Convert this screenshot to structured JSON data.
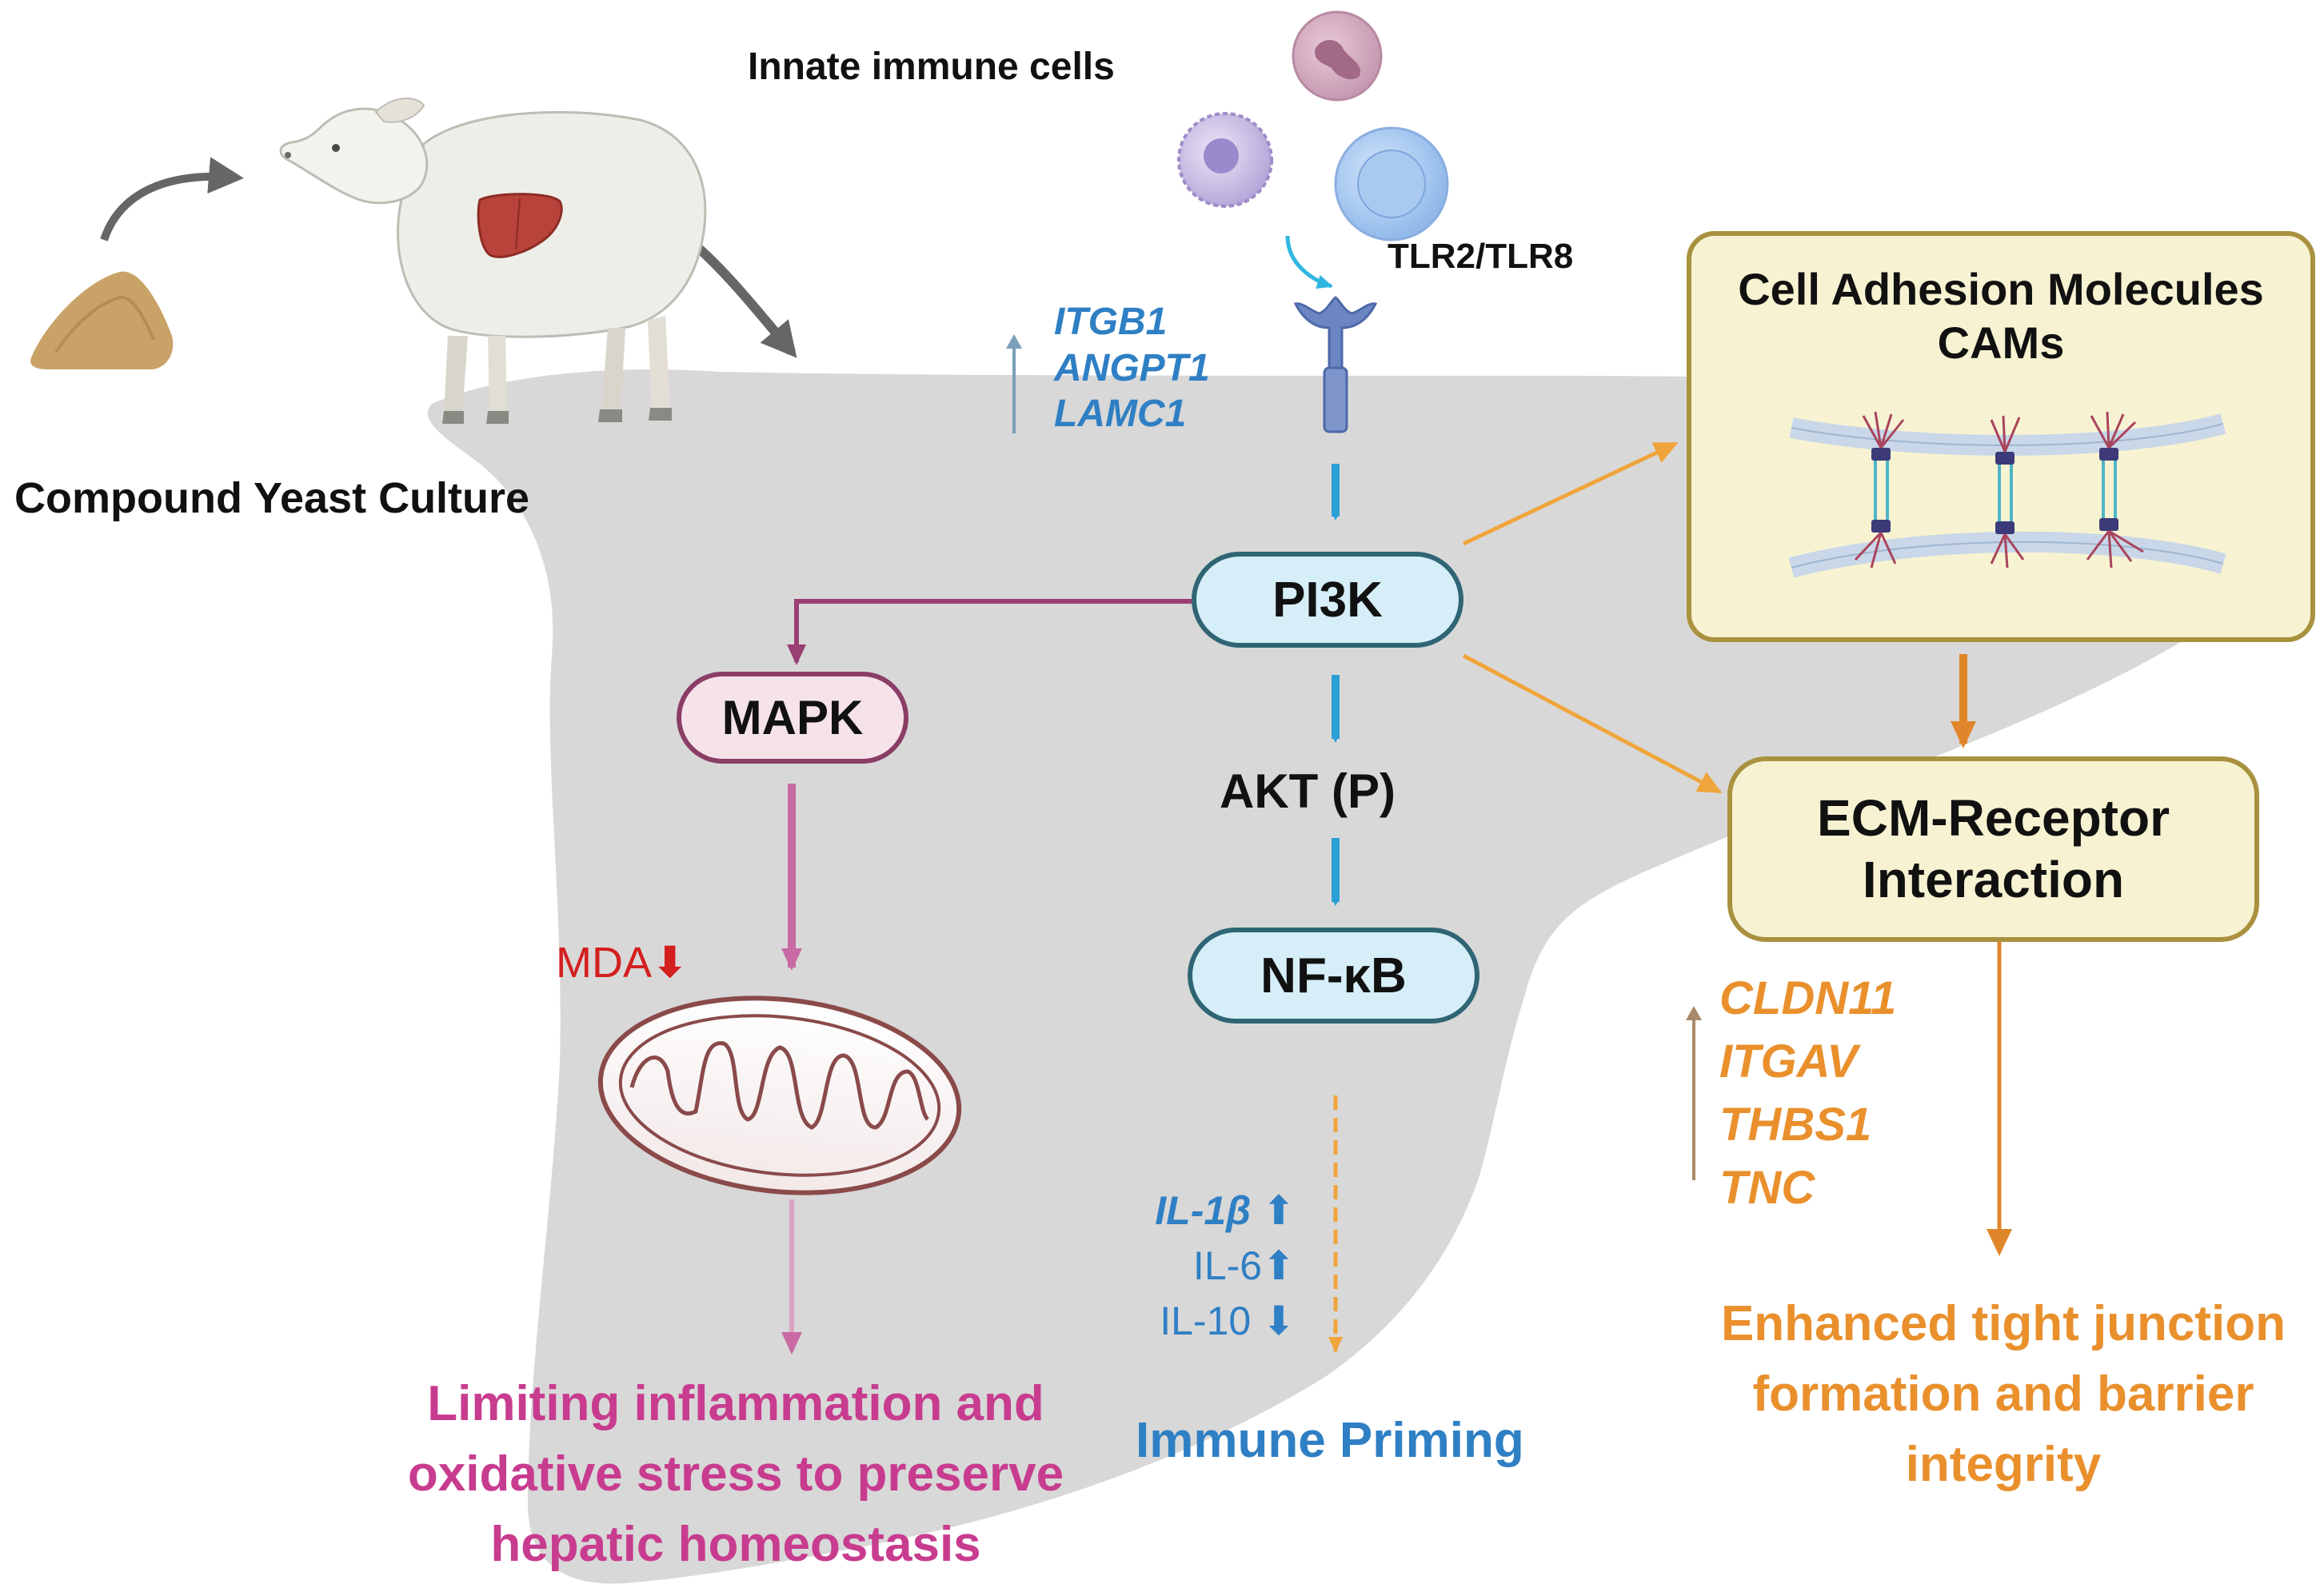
{
  "labels": {
    "feed": "Compound Yeast Culture",
    "immune_cells": "Innate immune cells",
    "receptor": "TLR2/TLR8",
    "cams_line1": "Cell Adhesion Molecules",
    "cams_line2": "CAMs",
    "ecm_line1": "ECM-Receptor",
    "ecm_line2": "Interaction",
    "pi3k": "PI3K",
    "mapk": "MAPK",
    "akt": "AKT (P)",
    "nfkb": "NF-κB",
    "mda": "MDA",
    "outcome_left": [
      "Limiting inflammation and",
      "oxidative stress to preserve",
      "hepatic homeostasis"
    ],
    "outcome_mid": "Immune Priming",
    "outcome_right": [
      "Enhanced tight junction",
      "formation and barrier",
      "integrity"
    ]
  },
  "genes_up_blue": [
    "ITGB1",
    "ANGPT1",
    "LAMC1"
  ],
  "genes_up_orange": [
    "CLDN11",
    "ITGAV",
    "THBS1",
    "TNC"
  ],
  "cytokines": [
    {
      "name": "IL-1β",
      "direction": "up",
      "italic": true
    },
    {
      "name": "IL-6",
      "direction": "up",
      "italic": false
    },
    {
      "name": "IL-10",
      "direction": "down",
      "italic": false
    }
  ],
  "icons": [
    "yeast-pile-icon",
    "sheep-icon",
    "liver-icon",
    "immune-cell-icon",
    "receptor-icon",
    "mitochondrion-icon",
    "cell-junction-icon"
  ],
  "colors": {
    "blue": "#2f7fc4",
    "pink": "#c83c8f",
    "orange": "#e9902d",
    "red": "#d41f1f",
    "liver": "#d8d8d8",
    "box_fill": "#f7f3d2",
    "box_border": "#a9913f"
  }
}
